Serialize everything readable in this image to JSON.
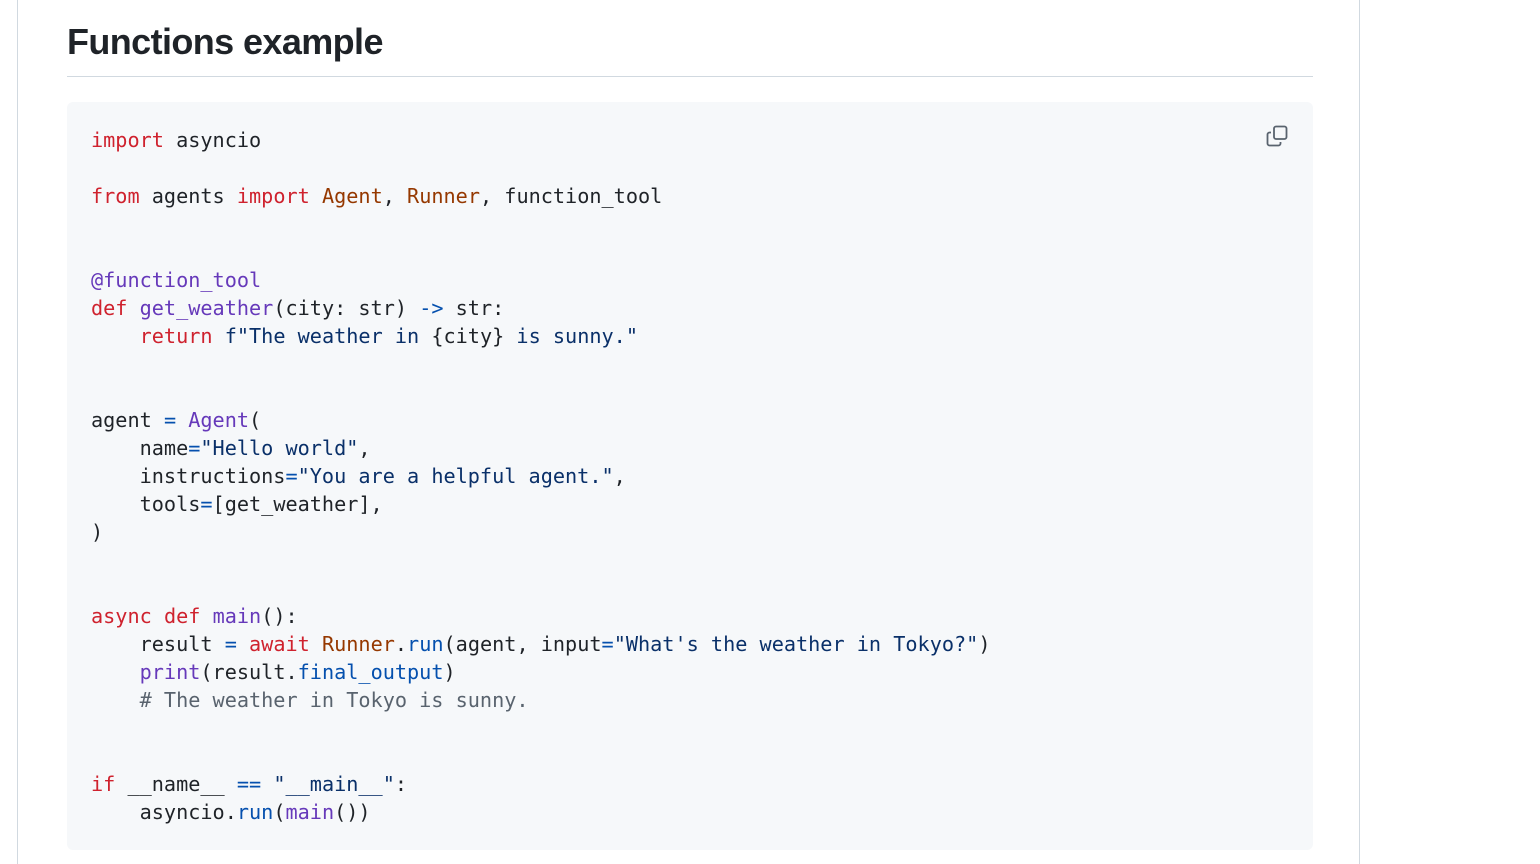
{
  "section": {
    "heading": "Functions example"
  },
  "code_block": {
    "copy_icon": "copy-icon",
    "colors": {
      "background": "#f6f8fa",
      "keyword": "#cf222e",
      "entity": "#953800",
      "function": "#6639ba",
      "string": "#0a3069",
      "operator": "#0550ae",
      "comment": "#59636e",
      "text": "#1f2328"
    },
    "lines": [
      [
        {
          "t": "import",
          "c": "kw"
        },
        {
          "t": " asyncio",
          "c": ""
        }
      ],
      [],
      [
        {
          "t": "from",
          "c": "kw"
        },
        {
          "t": " agents ",
          "c": ""
        },
        {
          "t": "import",
          "c": "kw"
        },
        {
          "t": " ",
          "c": ""
        },
        {
          "t": "Agent",
          "c": "en"
        },
        {
          "t": ", ",
          "c": ""
        },
        {
          "t": "Runner",
          "c": "en"
        },
        {
          "t": ", function_tool",
          "c": ""
        }
      ],
      [],
      [],
      [
        {
          "t": "@function_tool",
          "c": "fn"
        }
      ],
      [
        {
          "t": "def",
          "c": "kw"
        },
        {
          "t": " ",
          "c": ""
        },
        {
          "t": "get_weather",
          "c": "fn"
        },
        {
          "t": "(city: str) ",
          "c": ""
        },
        {
          "t": "->",
          "c": "op"
        },
        {
          "t": " str:",
          "c": ""
        }
      ],
      [
        {
          "t": "    ",
          "c": ""
        },
        {
          "t": "return",
          "c": "kw"
        },
        {
          "t": " ",
          "c": ""
        },
        {
          "t": "f\"The weather in ",
          "c": "st"
        },
        {
          "t": "{city}",
          "c": ""
        },
        {
          "t": " is sunny.\"",
          "c": "st"
        }
      ],
      [],
      [],
      [
        {
          "t": "agent ",
          "c": ""
        },
        {
          "t": "=",
          "c": "op"
        },
        {
          "t": " ",
          "c": ""
        },
        {
          "t": "Agent",
          "c": "fn"
        },
        {
          "t": "(",
          "c": ""
        }
      ],
      [
        {
          "t": "    name",
          "c": ""
        },
        {
          "t": "=",
          "c": "op"
        },
        {
          "t": "\"Hello world\"",
          "c": "st"
        },
        {
          "t": ",",
          "c": ""
        }
      ],
      [
        {
          "t": "    instructions",
          "c": ""
        },
        {
          "t": "=",
          "c": "op"
        },
        {
          "t": "\"You are a helpful agent.\"",
          "c": "st"
        },
        {
          "t": ",",
          "c": ""
        }
      ],
      [
        {
          "t": "    tools",
          "c": ""
        },
        {
          "t": "=",
          "c": "op"
        },
        {
          "t": "[get_weather],",
          "c": ""
        }
      ],
      [
        {
          "t": ")",
          "c": ""
        }
      ],
      [],
      [],
      [
        {
          "t": "async",
          "c": "kw"
        },
        {
          "t": " ",
          "c": ""
        },
        {
          "t": "def",
          "c": "kw"
        },
        {
          "t": " ",
          "c": ""
        },
        {
          "t": "main",
          "c": "fn"
        },
        {
          "t": "():",
          "c": ""
        }
      ],
      [
        {
          "t": "    result ",
          "c": ""
        },
        {
          "t": "=",
          "c": "op"
        },
        {
          "t": " ",
          "c": ""
        },
        {
          "t": "await",
          "c": "kw"
        },
        {
          "t": " ",
          "c": ""
        },
        {
          "t": "Runner",
          "c": "en"
        },
        {
          "t": ".",
          "c": ""
        },
        {
          "t": "run",
          "c": "op"
        },
        {
          "t": "(agent, input",
          "c": ""
        },
        {
          "t": "=",
          "c": "op"
        },
        {
          "t": "\"What's the weather in Tokyo?\"",
          "c": "st"
        },
        {
          "t": ")",
          "c": ""
        }
      ],
      [
        {
          "t": "    ",
          "c": ""
        },
        {
          "t": "print",
          "c": "fn"
        },
        {
          "t": "(result.",
          "c": ""
        },
        {
          "t": "final_output",
          "c": "op"
        },
        {
          "t": ")",
          "c": ""
        }
      ],
      [
        {
          "t": "    # The weather in Tokyo is sunny.",
          "c": "cm"
        }
      ],
      [],
      [],
      [
        {
          "t": "if",
          "c": "kw"
        },
        {
          "t": " __name__ ",
          "c": ""
        },
        {
          "t": "==",
          "c": "op"
        },
        {
          "t": " ",
          "c": ""
        },
        {
          "t": "\"__main__\"",
          "c": "st"
        },
        {
          "t": ":",
          "c": ""
        }
      ],
      [
        {
          "t": "    asyncio.",
          "c": ""
        },
        {
          "t": "run",
          "c": "op"
        },
        {
          "t": "(",
          "c": ""
        },
        {
          "t": "main",
          "c": "fn"
        },
        {
          "t": "())",
          "c": ""
        }
      ]
    ]
  }
}
